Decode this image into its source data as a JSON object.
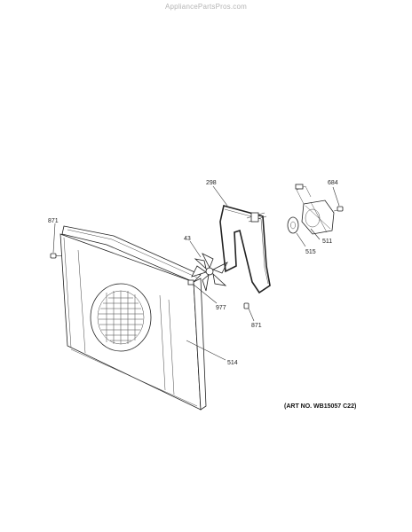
{
  "watermark": "AppliancePartsPros.com",
  "callouts": {
    "c298": "298",
    "c684": "684",
    "c871_left": "871",
    "c43": "43",
    "c511": "511",
    "c515": "515",
    "c977": "977",
    "c871_bottom": "871",
    "c514": "514"
  },
  "art_number": "(ART NO. WB15057 C22)"
}
